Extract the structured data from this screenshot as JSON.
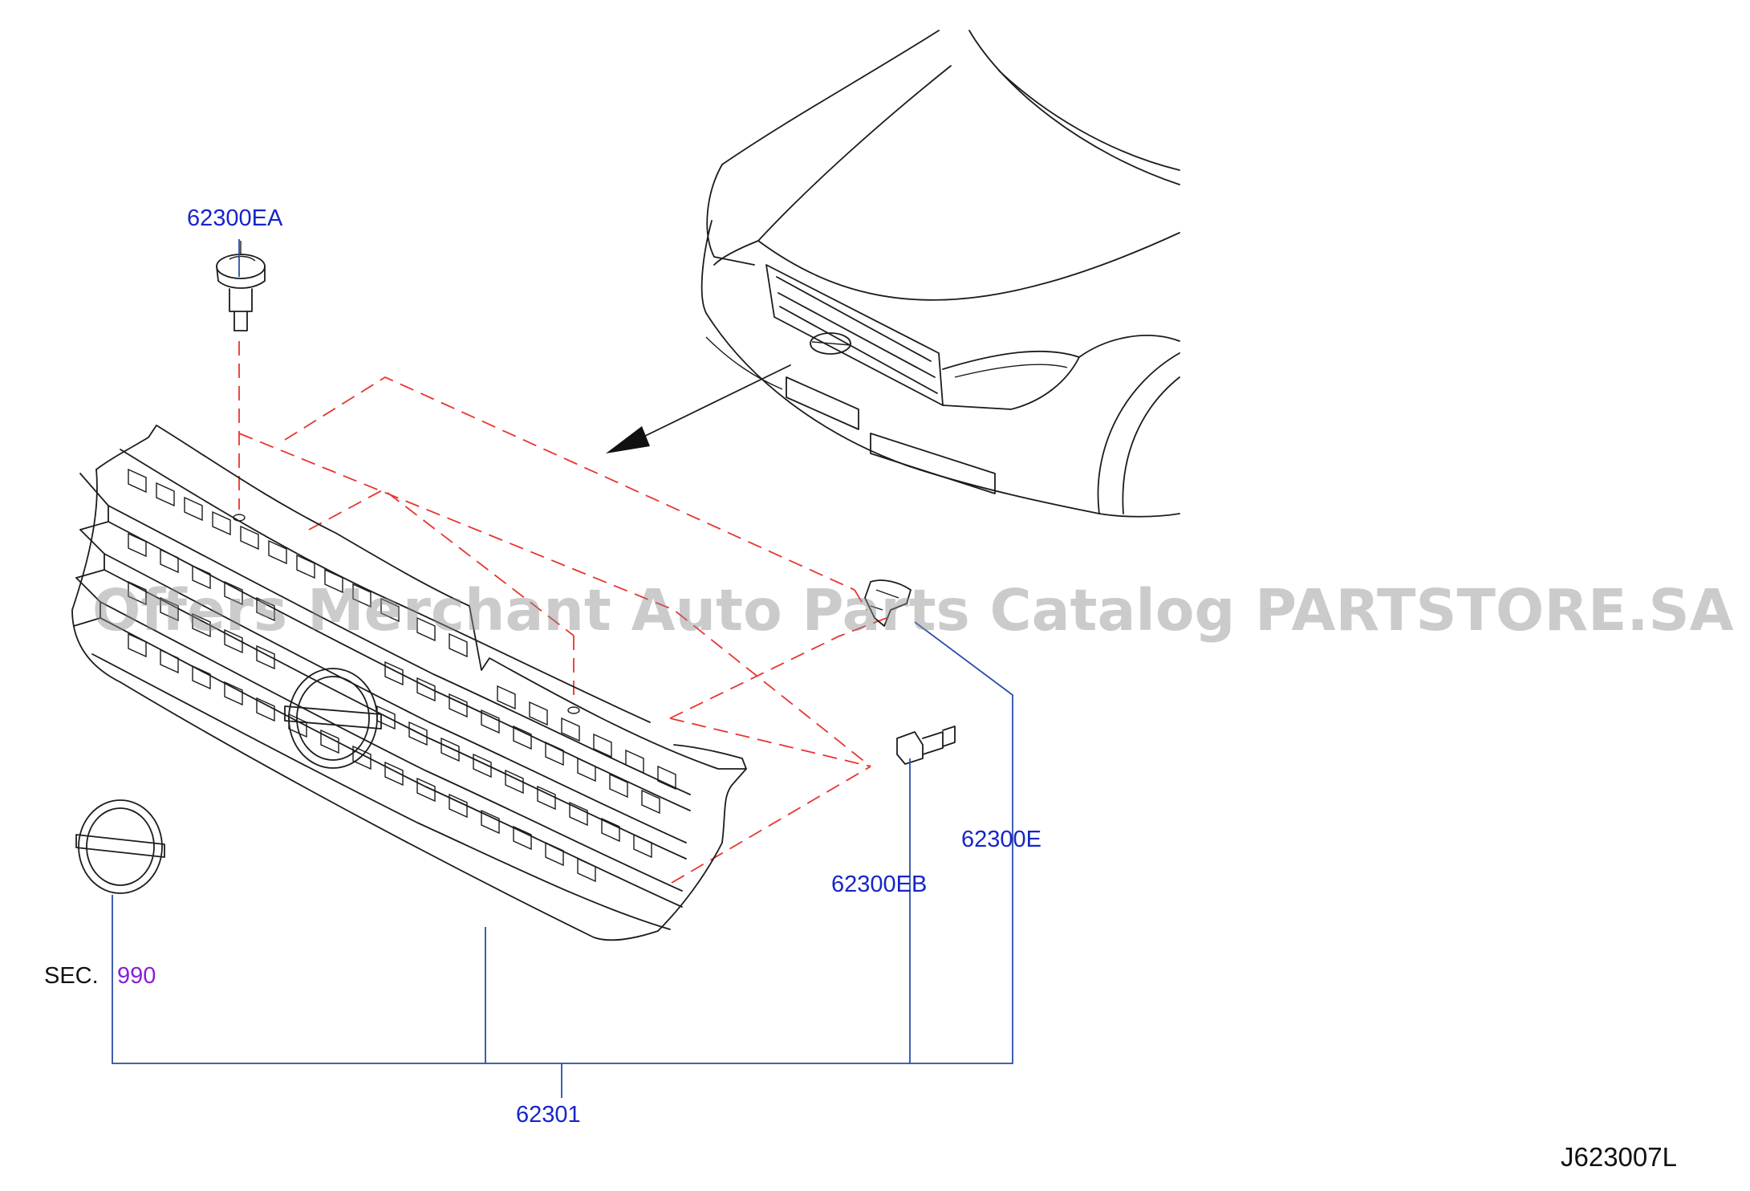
{
  "diagram_code": "J623007L",
  "watermark": "Offers Merchant Auto Parts Catalog PARTSTORE.SA",
  "parts": {
    "clip_top": "62300EA",
    "clip_side": "62300E",
    "clip_lower": "62300EB",
    "grille_assembly": "62301",
    "section_prefix": "SEC.",
    "section_number": "990"
  },
  "colors": {
    "part_number": "#1626c8",
    "section_ref": "#8a1fd8",
    "leader_line": "#2a4fa8",
    "hidden_line": "#e8342f",
    "outline": "#1c1c1c"
  }
}
